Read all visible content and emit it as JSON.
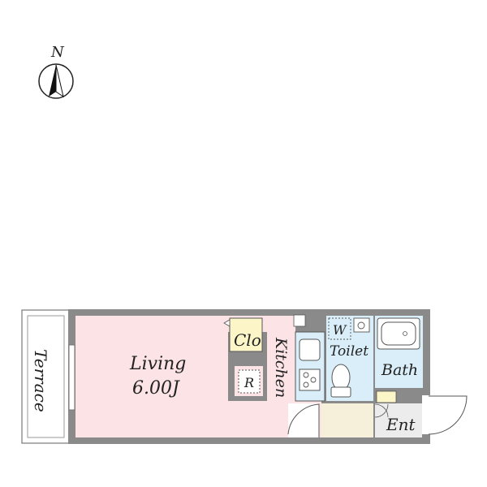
{
  "compass": {
    "label": "N",
    "icon": "north-arrow-icon"
  },
  "rooms": {
    "terrace": "Terrace",
    "living": "Living",
    "living_size": "6.00J",
    "closet": "Clo",
    "refrigerator": "R",
    "kitchen": "Kitchen",
    "washer": "W",
    "toilet": "Toilet",
    "bath": "Bath",
    "entrance": "Ent"
  },
  "colors": {
    "wall": "#8a8a8a",
    "living": "#fbe3e6",
    "closet": "#fbf5c8",
    "wet_area": "#d9eef8",
    "entry": "#ececec",
    "hall": "#f6efda"
  }
}
